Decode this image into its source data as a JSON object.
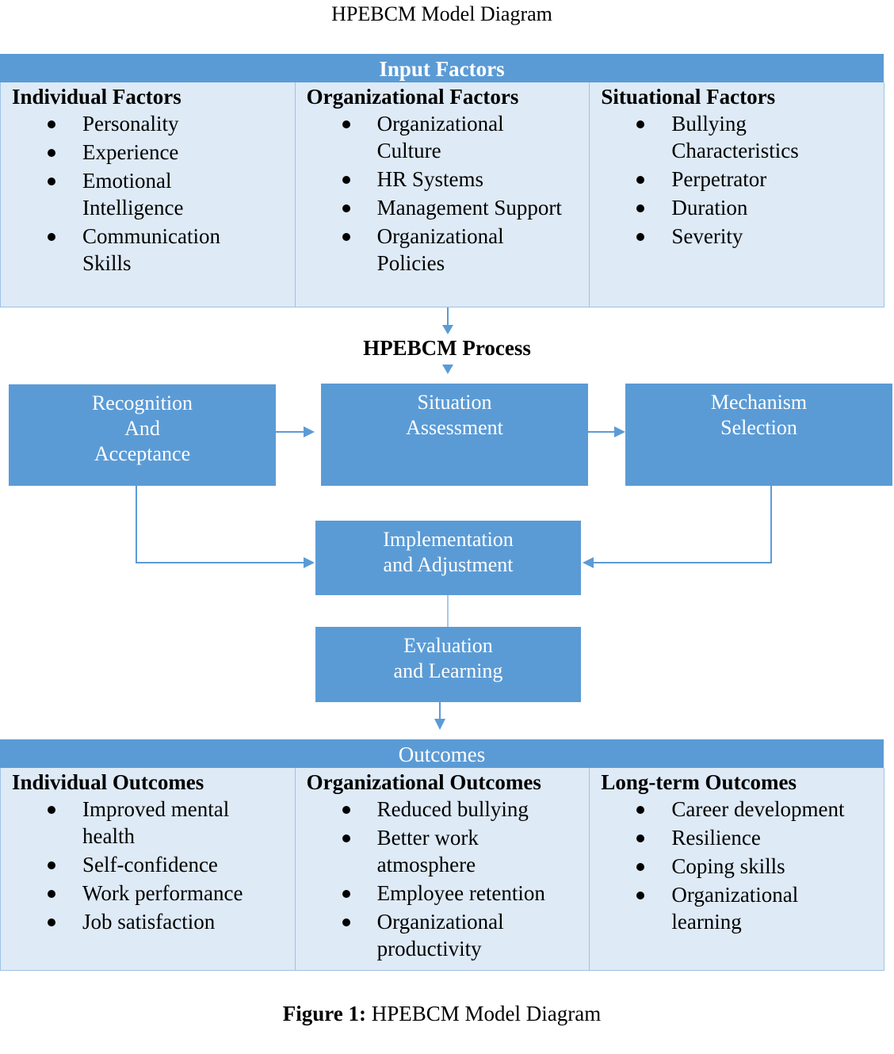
{
  "title": "HPEBCM Model Diagram",
  "colors": {
    "accent": "#5b9bd5",
    "panel_bg": "#deeaf6",
    "panel_border": "#9dc3e6",
    "box_text": "#ffffff"
  },
  "input_factors": {
    "header": "Input Factors",
    "columns": [
      {
        "title": "Individual Factors",
        "items": [
          "Personality",
          "Experience",
          "Emotional Intelligence",
          "Communication Skills"
        ]
      },
      {
        "title": "Organizational Factors",
        "items": [
          "Organizational Culture",
          "HR Systems",
          "Management Support",
          "Organizational Policies"
        ]
      },
      {
        "title": "Situational Factors",
        "items": [
          "Bullying Characteristics",
          "Perpetrator",
          "Duration",
          "Severity"
        ]
      }
    ]
  },
  "process": {
    "title": "HPEBCM Process",
    "steps": [
      {
        "id": "recognition",
        "lines": [
          "Recognition",
          "And",
          "Acceptance"
        ]
      },
      {
        "id": "assessment",
        "lines": [
          "Situation",
          "Assessment"
        ]
      },
      {
        "id": "selection",
        "lines": [
          "Mechanism",
          "Selection"
        ]
      },
      {
        "id": "implementation",
        "lines": [
          "Implementation",
          "and Adjustment"
        ]
      },
      {
        "id": "evaluation",
        "lines": [
          "Evaluation",
          "and Learning"
        ]
      }
    ],
    "connections": [
      {
        "from": "input_factors",
        "to": "process_title"
      },
      {
        "from": "process_title",
        "to": "assessment"
      },
      {
        "from": "recognition",
        "to": "assessment"
      },
      {
        "from": "assessment",
        "to": "selection"
      },
      {
        "from": "recognition",
        "to": "implementation"
      },
      {
        "from": "selection",
        "to": "implementation"
      },
      {
        "from": "implementation",
        "to": "evaluation"
      },
      {
        "from": "evaluation",
        "to": "outcomes"
      }
    ]
  },
  "outcomes": {
    "header": "Outcomes",
    "columns": [
      {
        "title": "Individual Outcomes",
        "items": [
          "Improved mental health",
          "Self-confidence",
          "Work performance",
          "Job satisfaction"
        ]
      },
      {
        "title": "Organizational Outcomes",
        "items": [
          "Reduced bullying",
          "Better work atmosphere",
          "Employee retention",
          "Organizational productivity"
        ]
      },
      {
        "title": "Long-term Outcomes",
        "items": [
          "Career development",
          "Resilience",
          "Coping skills",
          "Organizational learning"
        ]
      }
    ]
  },
  "caption": {
    "label": "Figure 1:",
    "text": " HPEBCM Model Diagram"
  }
}
